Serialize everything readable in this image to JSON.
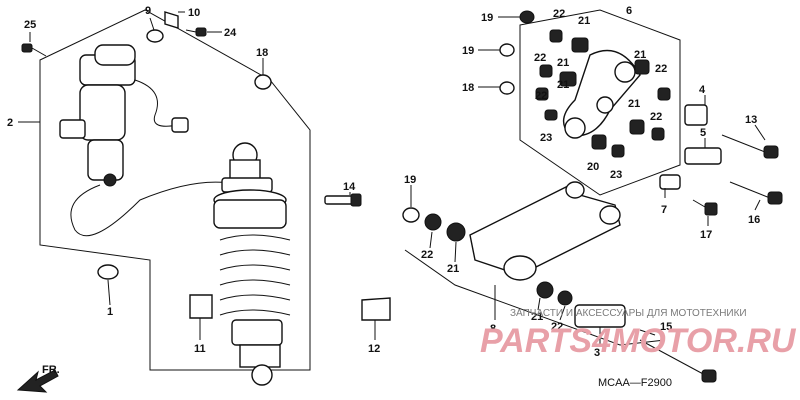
{
  "diagram": {
    "code": "MCAA—F2900",
    "direction_label": "FR.",
    "watermark_caption": "ЗАПЧАСТИ И АКСЕССУАРЫ ДЛЯ МОТОТЕХНИКИ",
    "watermark_brand": "PARTS4MOTOR.RU",
    "callouts": {
      "c25": "25",
      "c9": "9",
      "c10": "10",
      "c24": "24",
      "c18a": "18",
      "c2": "2",
      "c1": "1",
      "c11": "11",
      "c14": "14",
      "c12": "12",
      "c19a": "19",
      "c19b": "19",
      "c18b": "18",
      "c6": "6",
      "c22a": "22",
      "c21a": "21",
      "c22b": "22",
      "c21b": "21",
      "c21c": "21",
      "c22c": "22",
      "c21d": "21",
      "c22d": "22",
      "c23a": "23",
      "c21e": "21",
      "c22e": "22",
      "c20": "20",
      "c23b": "23",
      "c4": "4",
      "c13": "13",
      "c5": "5",
      "c7": "7",
      "c17": "17",
      "c16": "16",
      "c19c": "19",
      "c22f": "22",
      "c21f": "21",
      "c8": "8",
      "c21g": "21",
      "c22g": "22",
      "c15": "15",
      "c3": "3"
    }
  }
}
